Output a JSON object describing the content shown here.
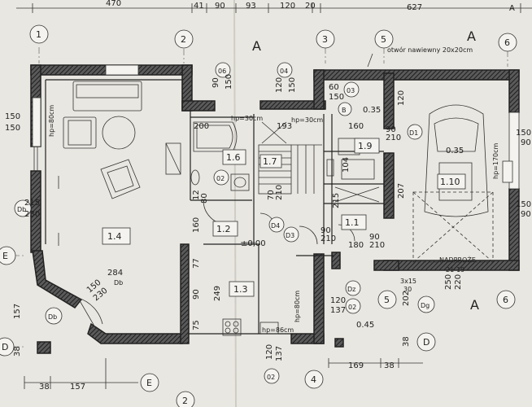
{
  "top_dims": {
    "d470": "470",
    "d41": "41",
    "d90": "90",
    "d93": "93",
    "d120": "120",
    "d20": "20",
    "d627": "627",
    "dA": "A"
  },
  "axes": {
    "a1": "1",
    "a2": "2",
    "a3": "3",
    "a5": "5",
    "a6": "6",
    "b2": "2",
    "b4": "4",
    "b5": "5",
    "b6": "6",
    "e_left": "E",
    "e_bottom": "E",
    "d_left": "D",
    "d_right": "D",
    "a_top_mid": "A",
    "a_top_right": "A",
    "a_bottom_right": "A"
  },
  "rooms": {
    "r14": "1.4",
    "r16": "1.6",
    "r17": "1.7",
    "r12": "1.2",
    "r13": "1.3",
    "r11": "1.1",
    "r19": "1.9",
    "r110": "1.10"
  },
  "tags": {
    "t06": "06",
    "t04": "04",
    "t03": "03",
    "t02": "02",
    "t02b": "02",
    "t02c": "02",
    "tD4": "D4",
    "tD3": "D3",
    "tD1": "D1",
    "tDz": "Dz",
    "tDg": "Dg",
    "tDb": "Db",
    "tDb2": "Db",
    "tDb3": "Db",
    "tB": "B"
  },
  "labels": {
    "otwor": "otwór nawiewny 20x20cm",
    "hp80": "hp=80cm",
    "hp80b": "hp=80cm",
    "hp30a": "hp=30cm",
    "hp30b": "hp=30cm",
    "hp170": "hp=170cm",
    "hp86": "hp=86cm",
    "nadproze": "NADPROŻE",
    "nadproze_val": "21-19",
    "zero": "±0,00",
    "m035a": "0.35",
    "m035b": "0.35",
    "m045": "0.45",
    "d3x15": "3x15",
    "d30": "30"
  },
  "dims": {
    "l150": "150",
    "l150b": "150",
    "l215": "215",
    "l230": "230",
    "l157": "157",
    "l38": "38",
    "l38b": "38",
    "l157b": "157",
    "l150c": "150",
    "l230b": "230",
    "l284": "284",
    "m90": "90",
    "m150": "150",
    "m200": "200",
    "m193": "193",
    "m120": "120",
    "m150b": "150",
    "m60": "60",
    "m150c": "150",
    "m160": "160",
    "m90b": "90",
    "m210": "210",
    "m104": "104",
    "m12": "12",
    "m80": "80",
    "m160b": "160",
    "m77": "77",
    "m249": "249",
    "m90c": "90",
    "m75": "75",
    "m70": "70",
    "m210b": "210",
    "m215": "215",
    "m90d": "90",
    "m210c": "210",
    "m180": "180",
    "m120b": "120",
    "m137": "137",
    "m120c": "120",
    "m137b": "137",
    "m207": "207",
    "m120d": "120",
    "m202": "202",
    "m250": "250",
    "m220": "220",
    "m169": "169",
    "m38c": "38",
    "m38d": "38",
    "m90e": "90",
    "m210d": "210",
    "r150": "150",
    "r90": "90",
    "r150b": "150",
    "r90b": "90"
  },
  "colors": {
    "paper": "#e9e7e1",
    "ink": "#222222"
  }
}
